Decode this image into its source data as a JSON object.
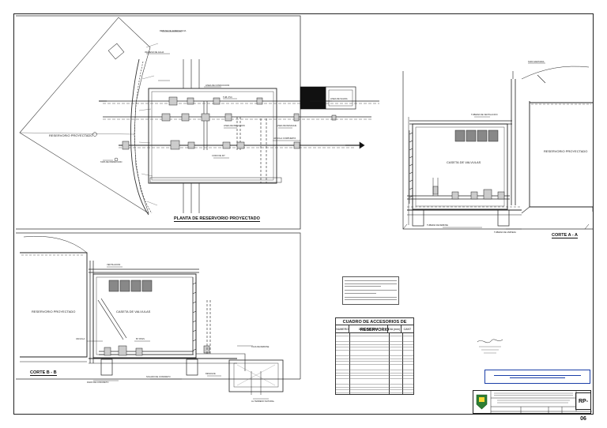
{
  "drawing": {
    "plan_title": "PLANTA DE RESERVORIO PROYECTADO",
    "section_aa_title": "CORTE A - A",
    "section_bb_title": "CORTE B - B",
    "valve_house_label": "CASETA DE VALVULAS",
    "reservoir_label": "RESERVORIO PROYECTADO"
  },
  "table": {
    "title": "CUADRO DE ACCESORIOS DE RESERVORIO",
    "col_num": "NUMERO",
    "col_desc": "DESCRIPCION",
    "col_diam": "DIA (mm)",
    "col_qty": "CANT"
  },
  "title_block": {
    "sheet_code": "RP-06"
  }
}
